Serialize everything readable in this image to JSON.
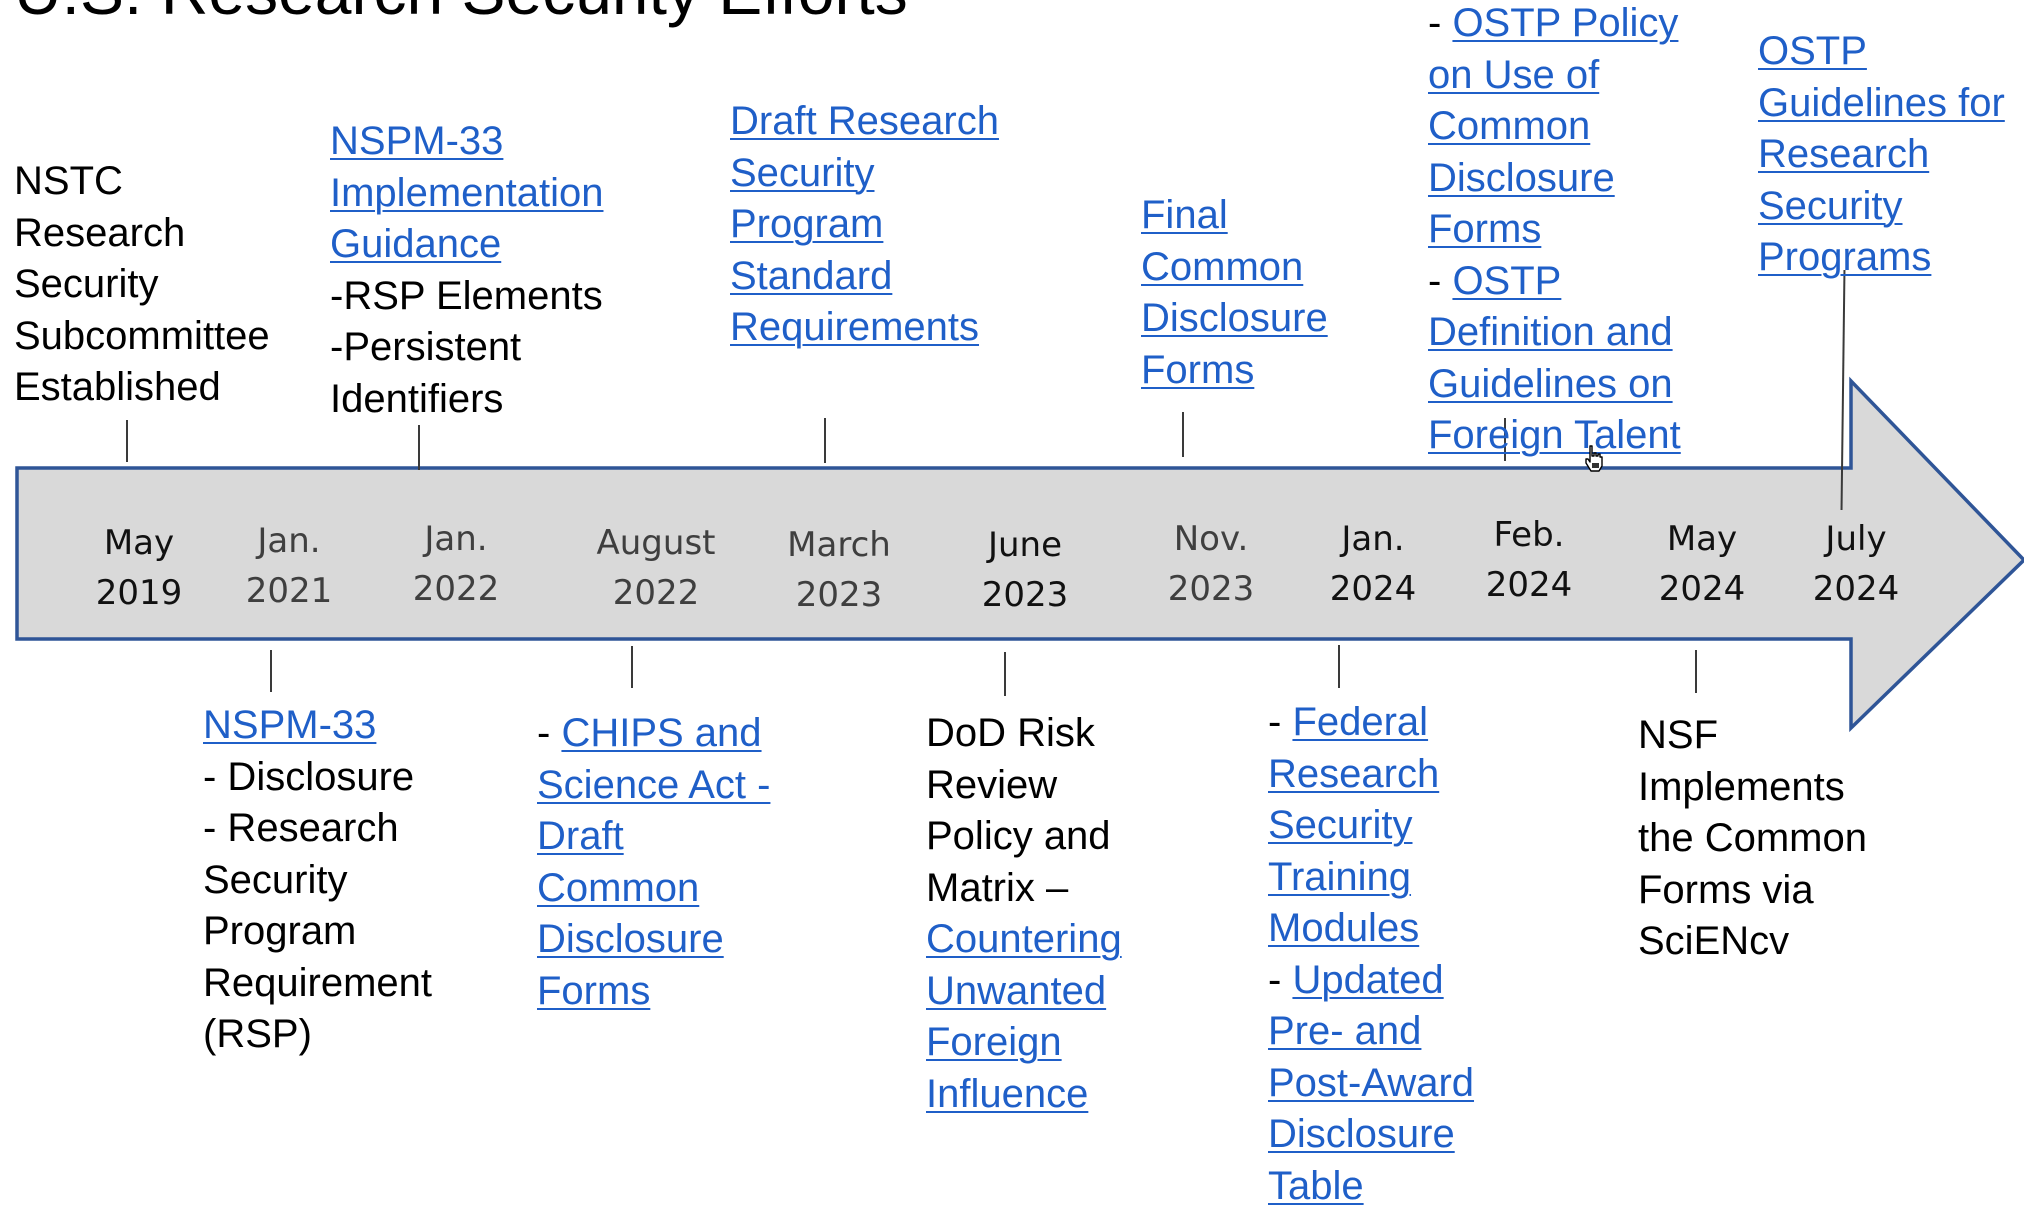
{
  "title": "U.S. Research Security Efforts",
  "colors": {
    "arrow_fill": "#d9d9d9",
    "arrow_stroke": "#2f5597",
    "link": "#1f5fc8",
    "text": "#000000",
    "date_dark": "#111111",
    "date_muted": "#3f3f3f"
  },
  "dates": [
    {
      "line1": "May",
      "line2": "2019"
    },
    {
      "line1": "Jan.",
      "line2": "2021"
    },
    {
      "line1": "Jan.",
      "line2": "2022"
    },
    {
      "line1": "August",
      "line2": "2022"
    },
    {
      "line1": "March",
      "line2": "2023"
    },
    {
      "line1": "June",
      "line2": "2023"
    },
    {
      "line1": "Nov.",
      "line2": "2023"
    },
    {
      "line1": "Jan.",
      "line2": "2024"
    },
    {
      "line1": "Feb.",
      "line2": "2024"
    },
    {
      "line1": "May",
      "line2": "2024"
    },
    {
      "line1": "July",
      "line2": "2024"
    }
  ],
  "events": {
    "may2019": {
      "text": "NSTC Research Security Subcommittee Established"
    },
    "jan2021": {
      "link": "NSPM-33",
      "item1": "- Disclosure",
      "item2": "- Research Security Program Requirement (RSP)"
    },
    "jan2022": {
      "link": "NSPM-33 Implementation Guidance",
      "item1": "-RSP Elements",
      "item2": "-Persistent Identifiers"
    },
    "aug2022": {
      "prefix": "- ",
      "link": "CHIPS and Science Act - Draft Common Disclosure Forms"
    },
    "mar2023": {
      "link": "Draft Research Security Program Standard Requirements"
    },
    "jun2023": {
      "text": "DoD Risk Review Policy and Matrix –",
      "link": "Countering Unwanted Foreign Influence"
    },
    "nov2023": {
      "link": "Final Common Disclosure Forms"
    },
    "jan2024": {
      "prefix": "- ",
      "link1": "Federal Research Security Training Modules",
      "link2": "Updated Pre- and Post-Award Disclosure Table"
    },
    "feb2024": {
      "prefix": "- ",
      "link1": "OSTP Policy on Use of Common Disclosure Forms",
      "link2": "OSTP Definition and Guidelines on Foreign Talent"
    },
    "may2024": {
      "text": "NSF Implements the Common Forms via SciENcv"
    },
    "jul2024": {
      "link": "OSTP Guidelines for Research Security Programs"
    }
  },
  "cursor_icon": "hand-pointer-icon"
}
